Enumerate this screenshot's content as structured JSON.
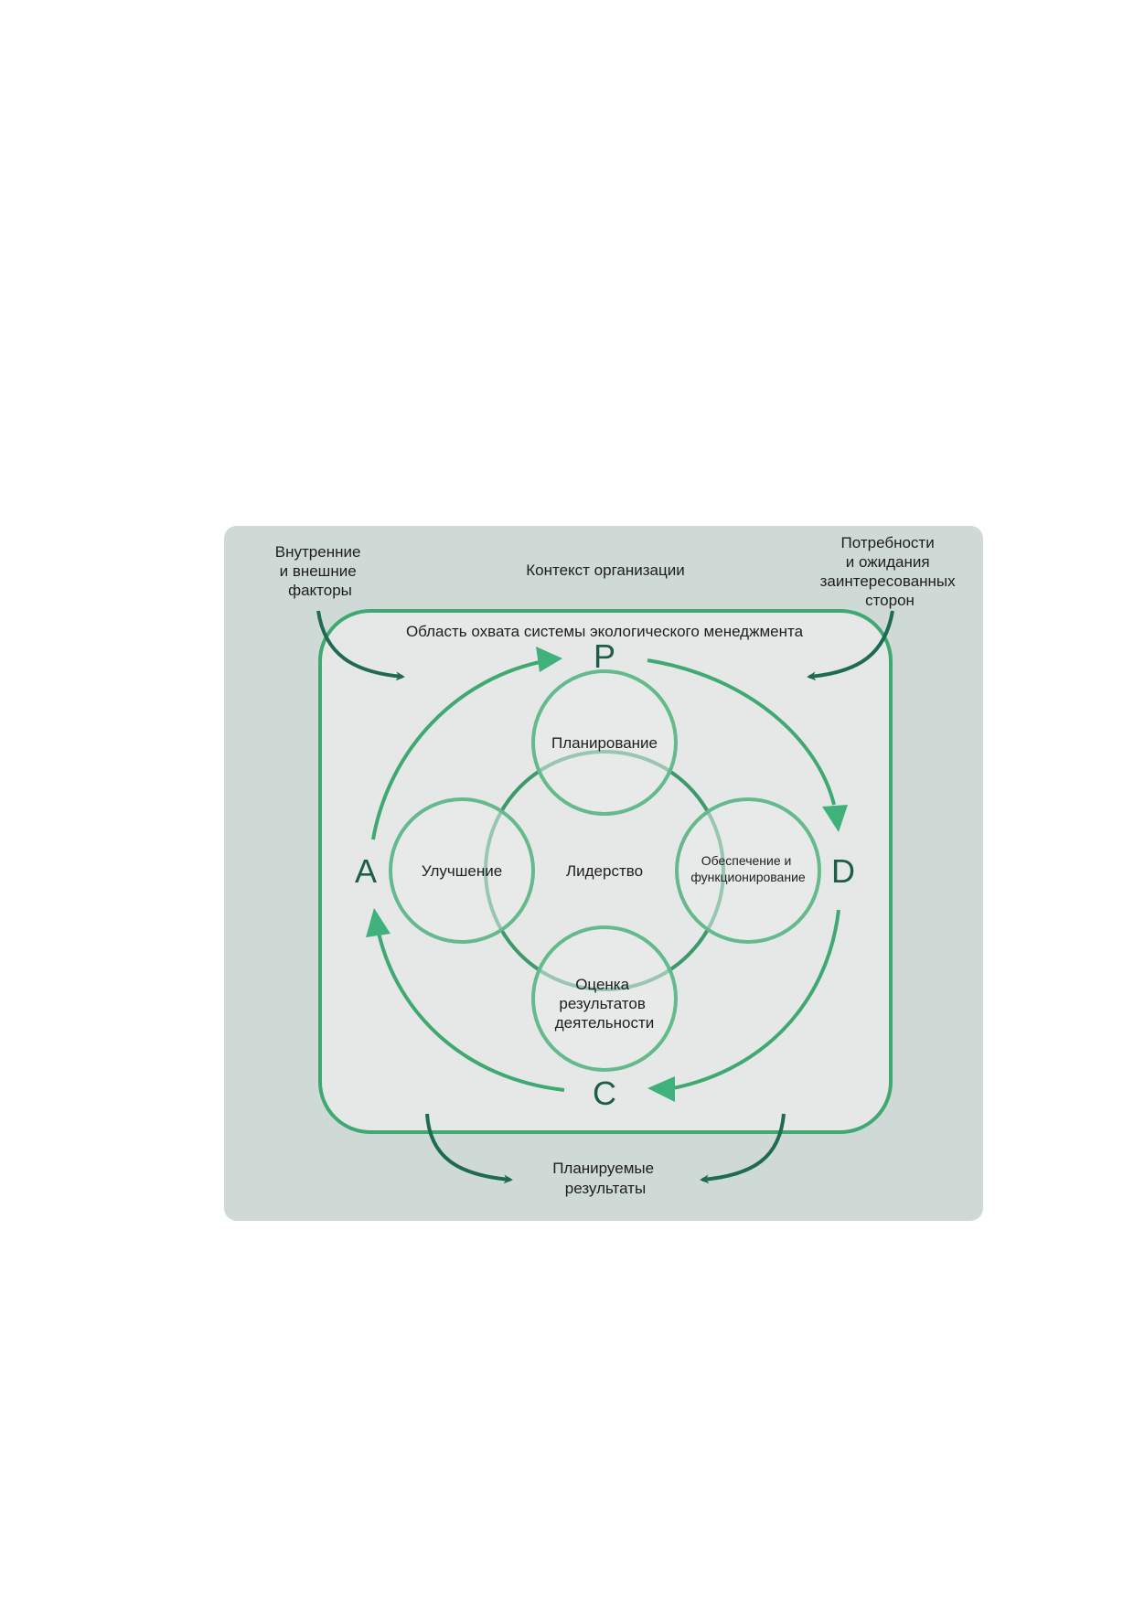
{
  "corner_labels": {
    "internal_external": [
      "Внутренние",
      "и внешние",
      "факторы"
    ],
    "stakeholders": [
      "Потребности",
      "и ожидания",
      "заинтересованных",
      "сторон"
    ]
  },
  "context_label": "Контекст организации",
  "scope_label": "Область охвата системы экологического менеджмента",
  "pdca": {
    "p": "P",
    "d": "D",
    "c": "C",
    "a": "A"
  },
  "circles": {
    "planning": [
      "Планирование"
    ],
    "improvement": [
      "Улучшение"
    ],
    "leadership": [
      "Лидерство"
    ],
    "support": [
      "Обеспечение и",
      "функционирование"
    ],
    "evaluation": [
      "Оценка",
      "результатов",
      "деятельности"
    ]
  },
  "outcome_label": [
    "Планируемые",
    "результаты"
  ],
  "colors": {
    "outer_panel": "#cfd9d5",
    "inner_panel": "#e6e8e7",
    "green_line": "#3fa873",
    "green_arrow": "#3fb17a",
    "dark_arrow": "#1f6b52",
    "circle_stroke": "#64b98d"
  }
}
